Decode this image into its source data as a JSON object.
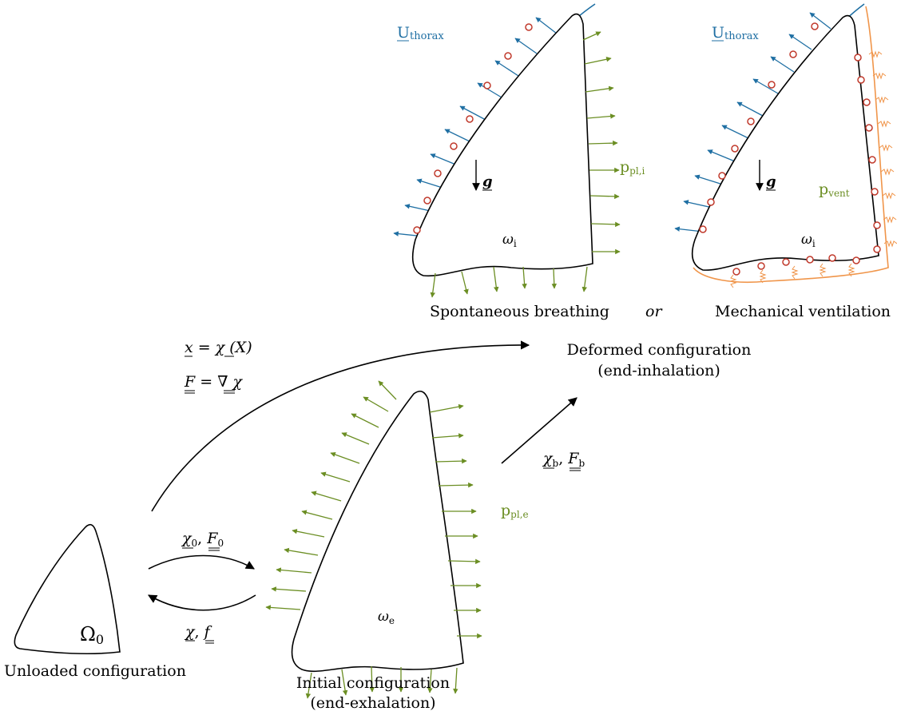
{
  "captions": {
    "spontaneous": "Spontaneous breathing",
    "or": "or",
    "mechanical": "Mechanical ventilation",
    "deformed_line1": "Deformed configuration",
    "deformed_line2": "(end-inhalation)",
    "unloaded": "Unloaded configuration",
    "initial_line1": "Initial configuration",
    "initial_line2": "(end-exhalation)"
  },
  "symbols": {
    "omega_i": "ω",
    "omega_i_sub": "i",
    "omega_e": "ω",
    "omega_e_sub": "e",
    "Omega0": "Ω",
    "Omega0_sub": "0",
    "g": "g",
    "U": "U",
    "U_sub": "thorax",
    "p_base": "p",
    "p_pl_i_sub": "pl,i",
    "p_pl_e_sub": "pl,e",
    "p_vent_sub": "vent"
  },
  "equations": {
    "eq1_lhs": "x",
    "eq1_mid": " = ",
    "eq1_chi": "χ",
    "eq1_arg": " (X)",
    "eq2_lhs": "F",
    "eq2_mid": " = ",
    "eq2_nabla": "∇",
    "eq2_chi": " χ",
    "map_b_chi": "χ",
    "map_b_sub": "b",
    "map_b_F": "F",
    "map_b_Fsub": "b",
    "map_0_chi": "χ",
    "map_0_sub": "0",
    "map_0_F": "F",
    "map_0_Fsub": "0",
    "map_inv_chi": "χ",
    "map_inv_f": "f",
    "comma": ", "
  },
  "colors": {
    "pressure": "#6b8e23",
    "thorax": "#1f6fa3",
    "ventilation": "#f0954a",
    "contact": "#c0392b"
  }
}
